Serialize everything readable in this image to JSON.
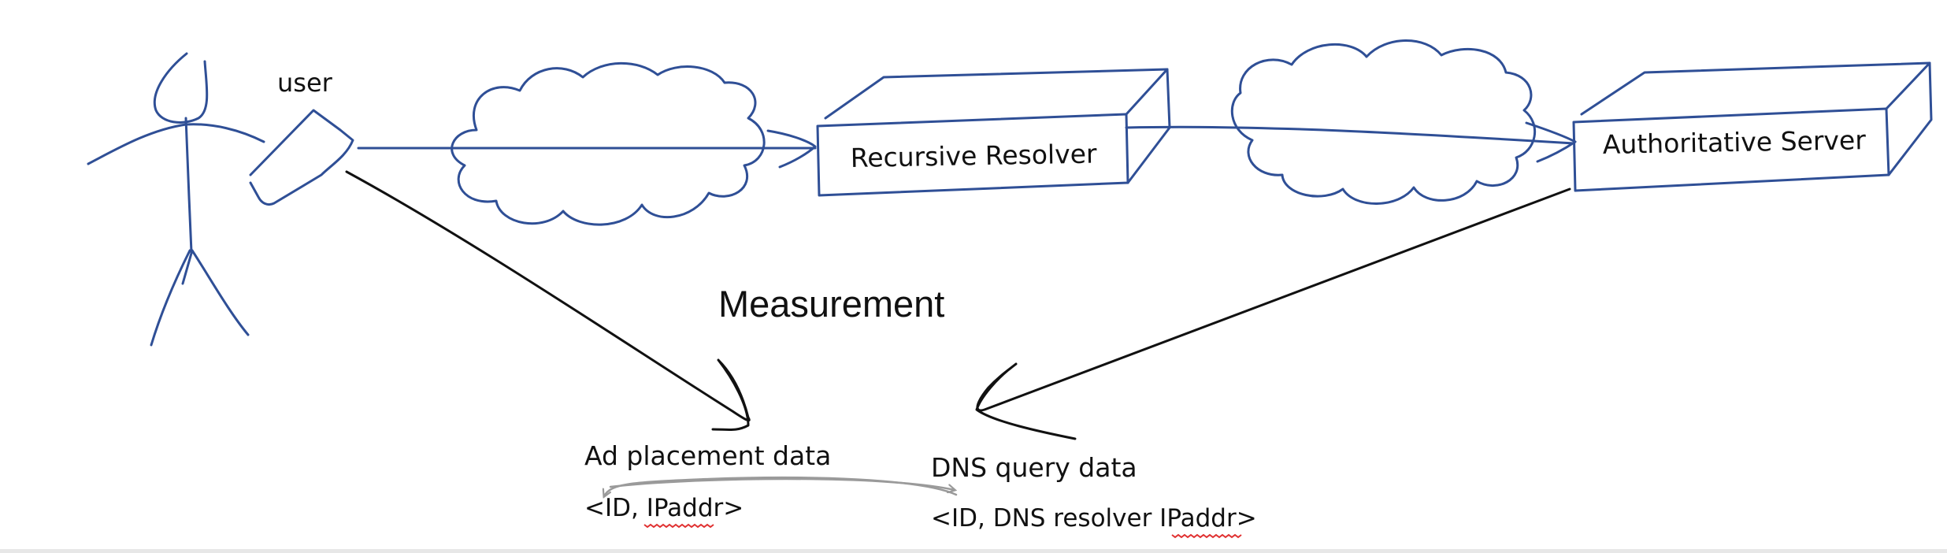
{
  "diagram": {
    "title": "Measurement",
    "actors": {
      "user_label": "user"
    },
    "nodes": {
      "recursive_resolver": "Recursive Resolver",
      "authoritative_server": "Authoritative Server"
    },
    "data_sources": {
      "ad_placement": {
        "label": "Ad placement data",
        "tuple": "<ID, IPaddr>"
      },
      "dns_query": {
        "label": "DNS query data",
        "tuple": "<ID, DNS resolver IPaddr>"
      }
    },
    "colors": {
      "sketch_ink": "#2f4f96",
      "callout_ink": "#111111",
      "join_arrow": "#9a9a9a",
      "spellcheck_underline": "#e03030"
    }
  }
}
